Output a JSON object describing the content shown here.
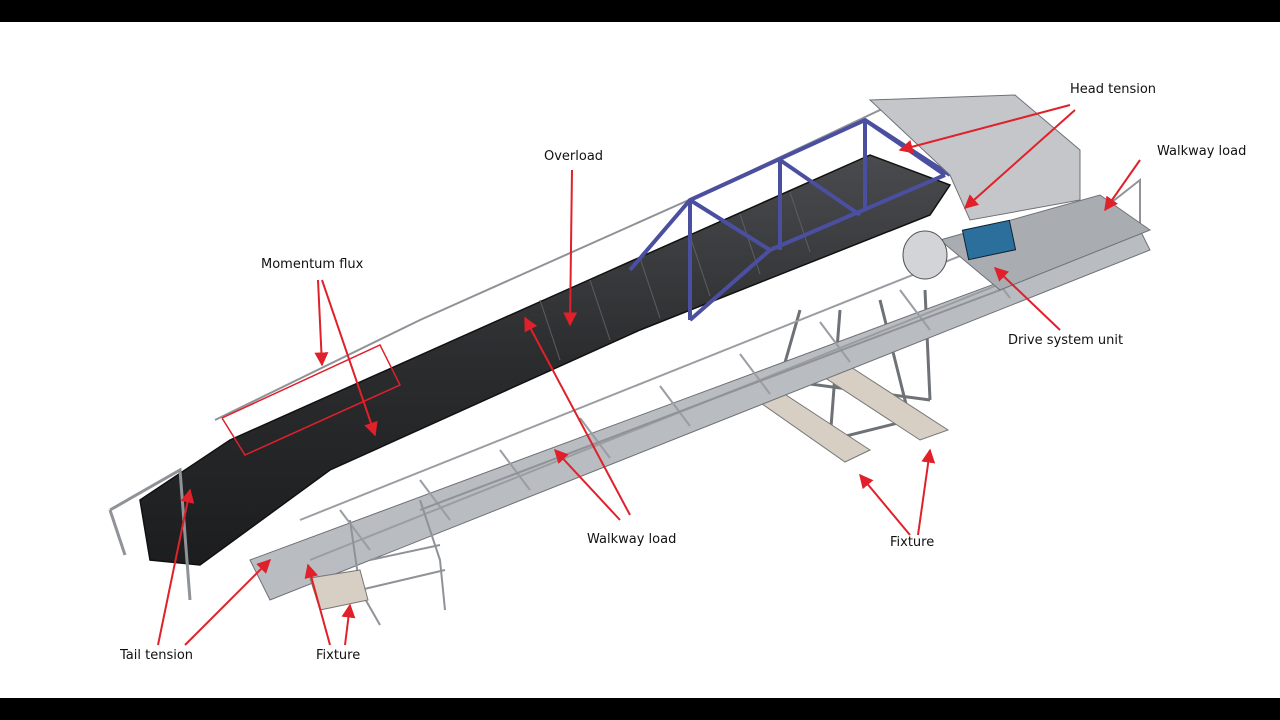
{
  "labels": {
    "head_tension": "Head tension",
    "walkway_load_right": "Walkway load",
    "overload": "Overload",
    "momentum_flux": "Momentum flux",
    "drive_system_unit": "Drive system unit",
    "walkway_load_center": "Walkway load",
    "fixture_right": "Fixture",
    "tail_tension": "Tail tension",
    "fixture_left": "Fixture"
  },
  "colors": {
    "arrow": "#e0202a",
    "belt": "#2d2e30",
    "frame": "#8f9398",
    "truss_top": "#4a4fa0",
    "motor": "#2b6f9c",
    "foot": "#d7cfc4"
  }
}
